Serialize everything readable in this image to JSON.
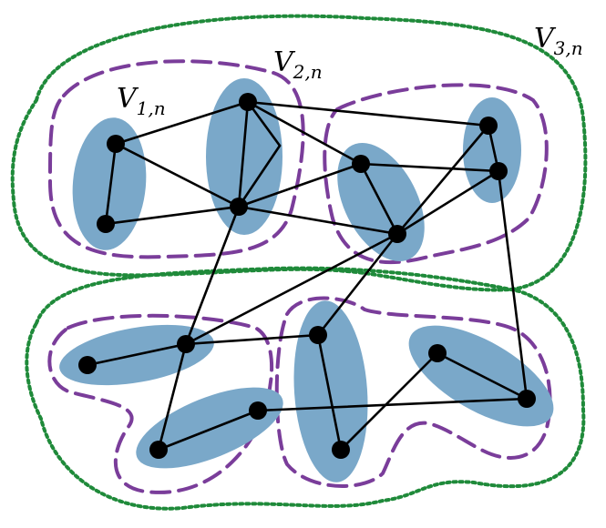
{
  "labels": {
    "v1": {
      "main": "V",
      "sub": "1,n"
    },
    "v2": {
      "main": "V",
      "sub": "2,n"
    },
    "v3": {
      "main": "V",
      "sub": "3,n"
    }
  },
  "colors": {
    "cluster_fill": "#7aa8c9",
    "level2_dash": "#7a3d9a",
    "level3_dot": "#1f8a3a",
    "edge": "#000000",
    "node": "#000000"
  }
}
